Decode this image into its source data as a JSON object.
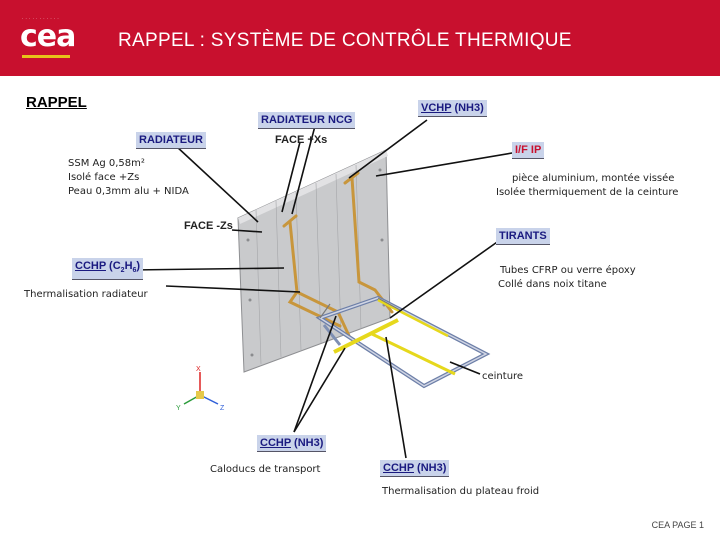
{
  "header": {
    "title": "RAPPEL : SYSTÈME DE CONTRÔLE THERMIQUE",
    "logo": "cea",
    "accent_color": "#c8102e"
  },
  "section_heading": "RAPPEL",
  "labels": {
    "radiateur_ncg": "RADIATEUR NCG",
    "vchp": "VCHP",
    "vchp_fluid": "(NH3)",
    "radiateur": "RADIATEUR",
    "face_xs": "FACE +Xs",
    "ssm_line1": "SSM Ag 0,58m²",
    "ssm_line2": "Isolé face +Zs",
    "ssm_line3": "Peau 0,3mm alu + NIDA",
    "if_ip": "I/F IP",
    "if_ip_line1": "pièce aluminium, montée vissée",
    "if_ip_line2": "Isolée thermiquement de la ceinture",
    "face_zs": "FACE -Zs",
    "tirants": "TIRANTS",
    "tirants_line1": "Tubes CFRP ou verre époxy",
    "tirants_line2": "Collé dans noix titane",
    "cchp_c2h6": "CCHP",
    "cchp_c2h6_fluid": "(C",
    "cchp_c2h6_sub1": "2",
    "cchp_c2h6_mid": "H",
    "cchp_c2h6_sub2": "6",
    "cchp_c2h6_end": ")",
    "thermalisation_radiateur": "Thermalisation radiateur",
    "ceinture": "ceinture",
    "cchp_nh3_a": "CCHP",
    "cchp_nh3_a_fluid": "(NH3)",
    "caloducs": "Caloducs de transport",
    "cchp_nh3_b": "CCHP",
    "cchp_nh3_b_fluid": "(NH3)",
    "thermalisation_plateau": "Thermalisation du plateau froid"
  },
  "axes": {
    "x": "X",
    "y": "Y",
    "z": "Z"
  },
  "footer": "CEA PAGE 1"
}
